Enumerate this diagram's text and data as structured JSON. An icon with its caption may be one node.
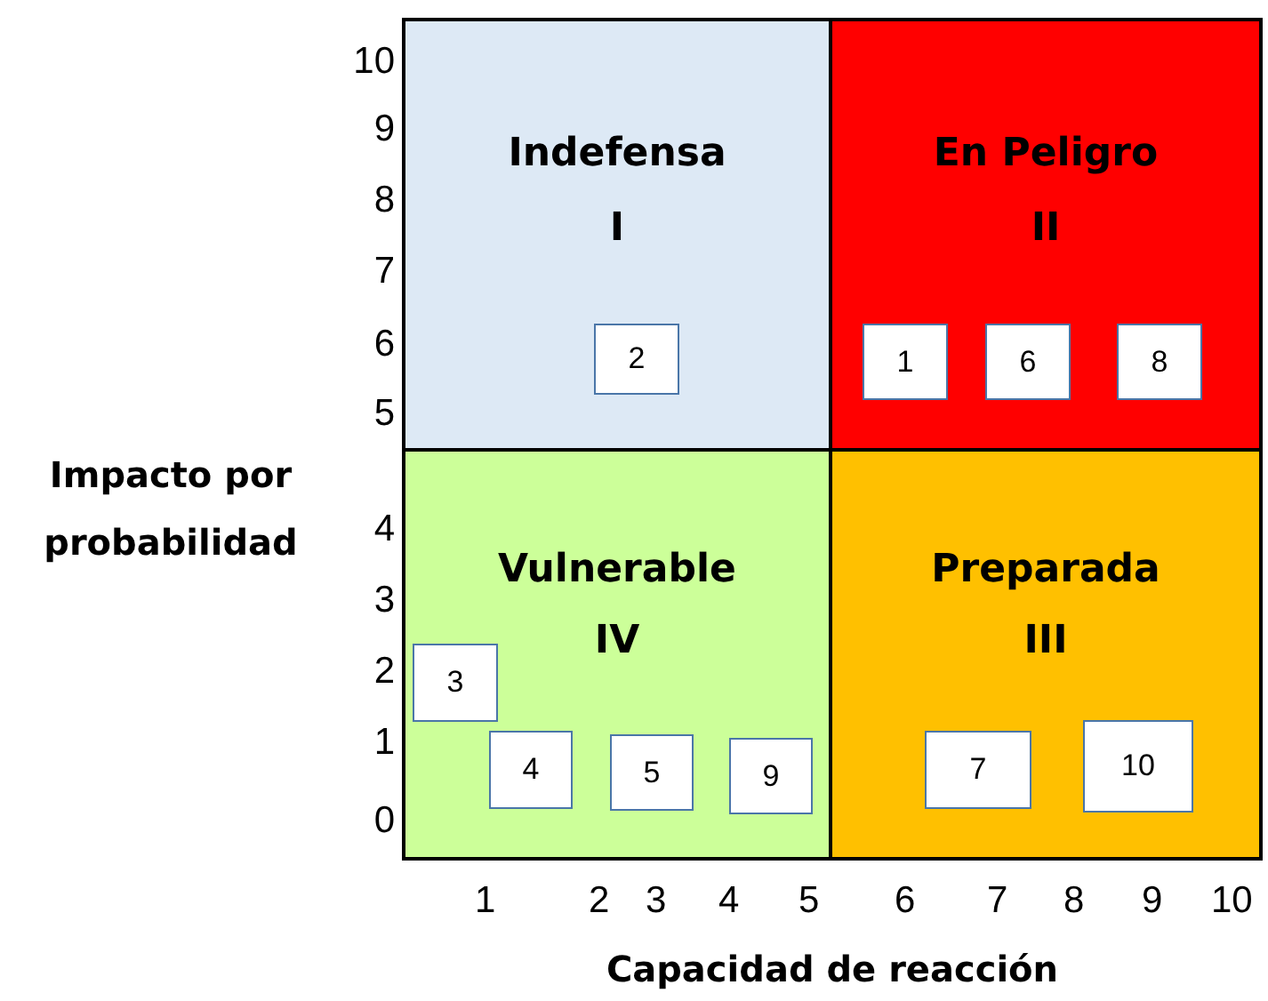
{
  "diagram": {
    "nodes": [
      {
        "text": [
          "Indefensa",
          "I"
        ]
      },
      {
        "text": [
          "2"
        ],
        "in": 0
      },
      {
        "text": [
          "En Peligro",
          "II"
        ]
      },
      {
        "text": [
          "1"
        ],
        "in": 2
      },
      {
        "text": [
          "6"
        ],
        "in": 2
      },
      {
        "text": [
          "8"
        ],
        "in": 2
      },
      {
        "text": [
          "Vulnerable",
          "IV"
        ]
      },
      {
        "text": [
          "3"
        ],
        "in": 6
      },
      {
        "text": [
          "4"
        ],
        "in": 6
      },
      {
        "text": [
          "5"
        ],
        "in": 6
      },
      {
        "text": [
          "9"
        ],
        "in": 6
      },
      {
        "text": [
          "Preparada",
          "III"
        ]
      },
      {
        "text": [
          "7"
        ],
        "in": 11
      },
      {
        "text": [
          "10"
        ],
        "in": 11
      }
    ],
    "edges": [],
    "labels": [
      "10",
      "9",
      "8",
      "7",
      "6",
      "5",
      "4",
      "3",
      "2",
      "1",
      "0",
      "Impacto por probabilidad",
      "1",
      "2",
      "3",
      "4",
      "5",
      "6",
      "7",
      "8",
      "9",
      "10",
      "Capacidad de reacción"
    ]
  }
}
